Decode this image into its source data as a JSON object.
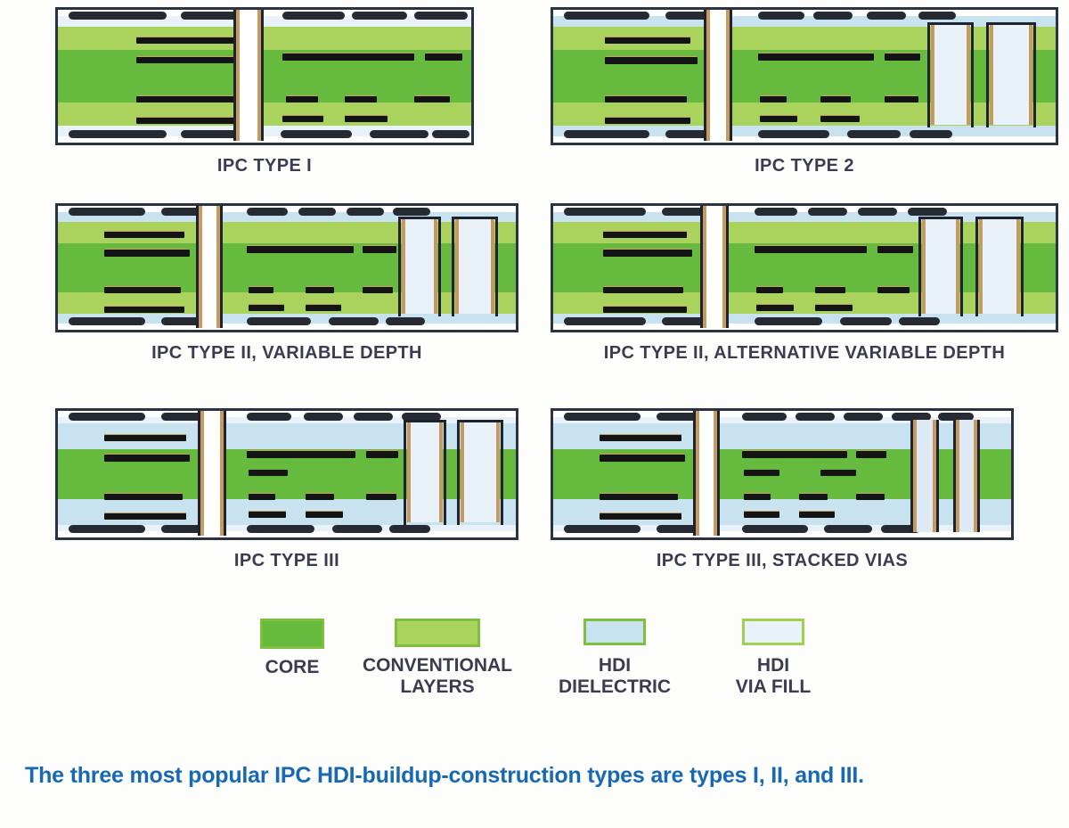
{
  "figure": {
    "caption": "The three most popular IPC HDI-buildup-construction types are types I, II, and III.",
    "caption_color": "#1669b2",
    "background": "#fdfdfb"
  },
  "palette": {
    "core": "#66bb3f",
    "conventional_layers": "#a9d35c",
    "hdi_dielectric": "#c9e2ef",
    "hdi_via_fill": "#e8f2f8",
    "copper": "#c79a62",
    "conductor": "#141414",
    "outline": "#2b3340",
    "solder_mask": "#ffffff",
    "label_text": "#3c3c50"
  },
  "diagrams": [
    {
      "id": "type-1",
      "label": "IPC TYPE I",
      "row": 1,
      "col": 1,
      "stack": [
        "hdi_via_fill",
        "conventional_layers",
        "core",
        "conventional_layers",
        "hdi_via_fill"
      ],
      "vias": [
        "plated-through-hole",
        "buried-via",
        "blind-micro-via"
      ]
    },
    {
      "id": "type-2",
      "label": "IPC TYPE 2",
      "row": 1,
      "col": 2,
      "stack": [
        "hdi_dielectric",
        "conventional_layers",
        "core",
        "conventional_layers",
        "hdi_dielectric"
      ],
      "vias": [
        "plated-through-hole",
        "hdi-filled-via",
        "blind-micro-via"
      ]
    },
    {
      "id": "type-2-variable-depth",
      "label": "IPC TYPE II, VARIABLE DEPTH",
      "row": 2,
      "col": 1,
      "stack": [
        "hdi_dielectric",
        "conventional_layers",
        "core",
        "conventional_layers",
        "hdi_dielectric"
      ],
      "vias": [
        "plated-through-hole",
        "variable-depth-via",
        "blind-micro-via"
      ]
    },
    {
      "id": "type-2-alternative-variable-depth",
      "label": "IPC TYPE II, ALTERNATIVE VARIABLE DEPTH",
      "row": 2,
      "col": 2,
      "stack": [
        "hdi_dielectric",
        "conventional_layers",
        "core",
        "conventional_layers",
        "hdi_dielectric"
      ],
      "vias": [
        "plated-through-hole",
        "variable-depth-via",
        "blind-micro-via"
      ]
    },
    {
      "id": "type-3",
      "label": "IPC TYPE III",
      "row": 3,
      "col": 1,
      "stack": [
        "hdi_via_fill",
        "hdi_dielectric",
        "core",
        "hdi_dielectric",
        "hdi_via_fill"
      ],
      "vias": [
        "plated-through-hole",
        "buried-via",
        "blind-micro-via"
      ]
    },
    {
      "id": "type-3-stacked-vias",
      "label": "IPC TYPE III, STACKED VIAS",
      "row": 3,
      "col": 2,
      "stack": [
        "hdi_via_fill",
        "hdi_dielectric",
        "core",
        "hdi_dielectric",
        "hdi_via_fill"
      ],
      "vias": [
        "plated-through-hole",
        "stacked-vias",
        "blind-micro-via"
      ]
    }
  ],
  "legend": {
    "items": [
      {
        "id": "core",
        "label": "CORE",
        "color": "#66bb3f",
        "border": "#7fbf3f"
      },
      {
        "id": "conventional",
        "label": "CONVENTIONAL\nLAYERS",
        "color": "#a9d35c",
        "border": "#7fbf3f"
      },
      {
        "id": "hdi-dielectric",
        "label": "HDI\nDIELECTRIC",
        "color": "#c9e2ef",
        "border": "#7fbf3f"
      },
      {
        "id": "hdi-via-fill",
        "label": "HDI\nVIA FILL",
        "color": "#e8f2f8",
        "border": "#9fd14f"
      }
    ]
  }
}
